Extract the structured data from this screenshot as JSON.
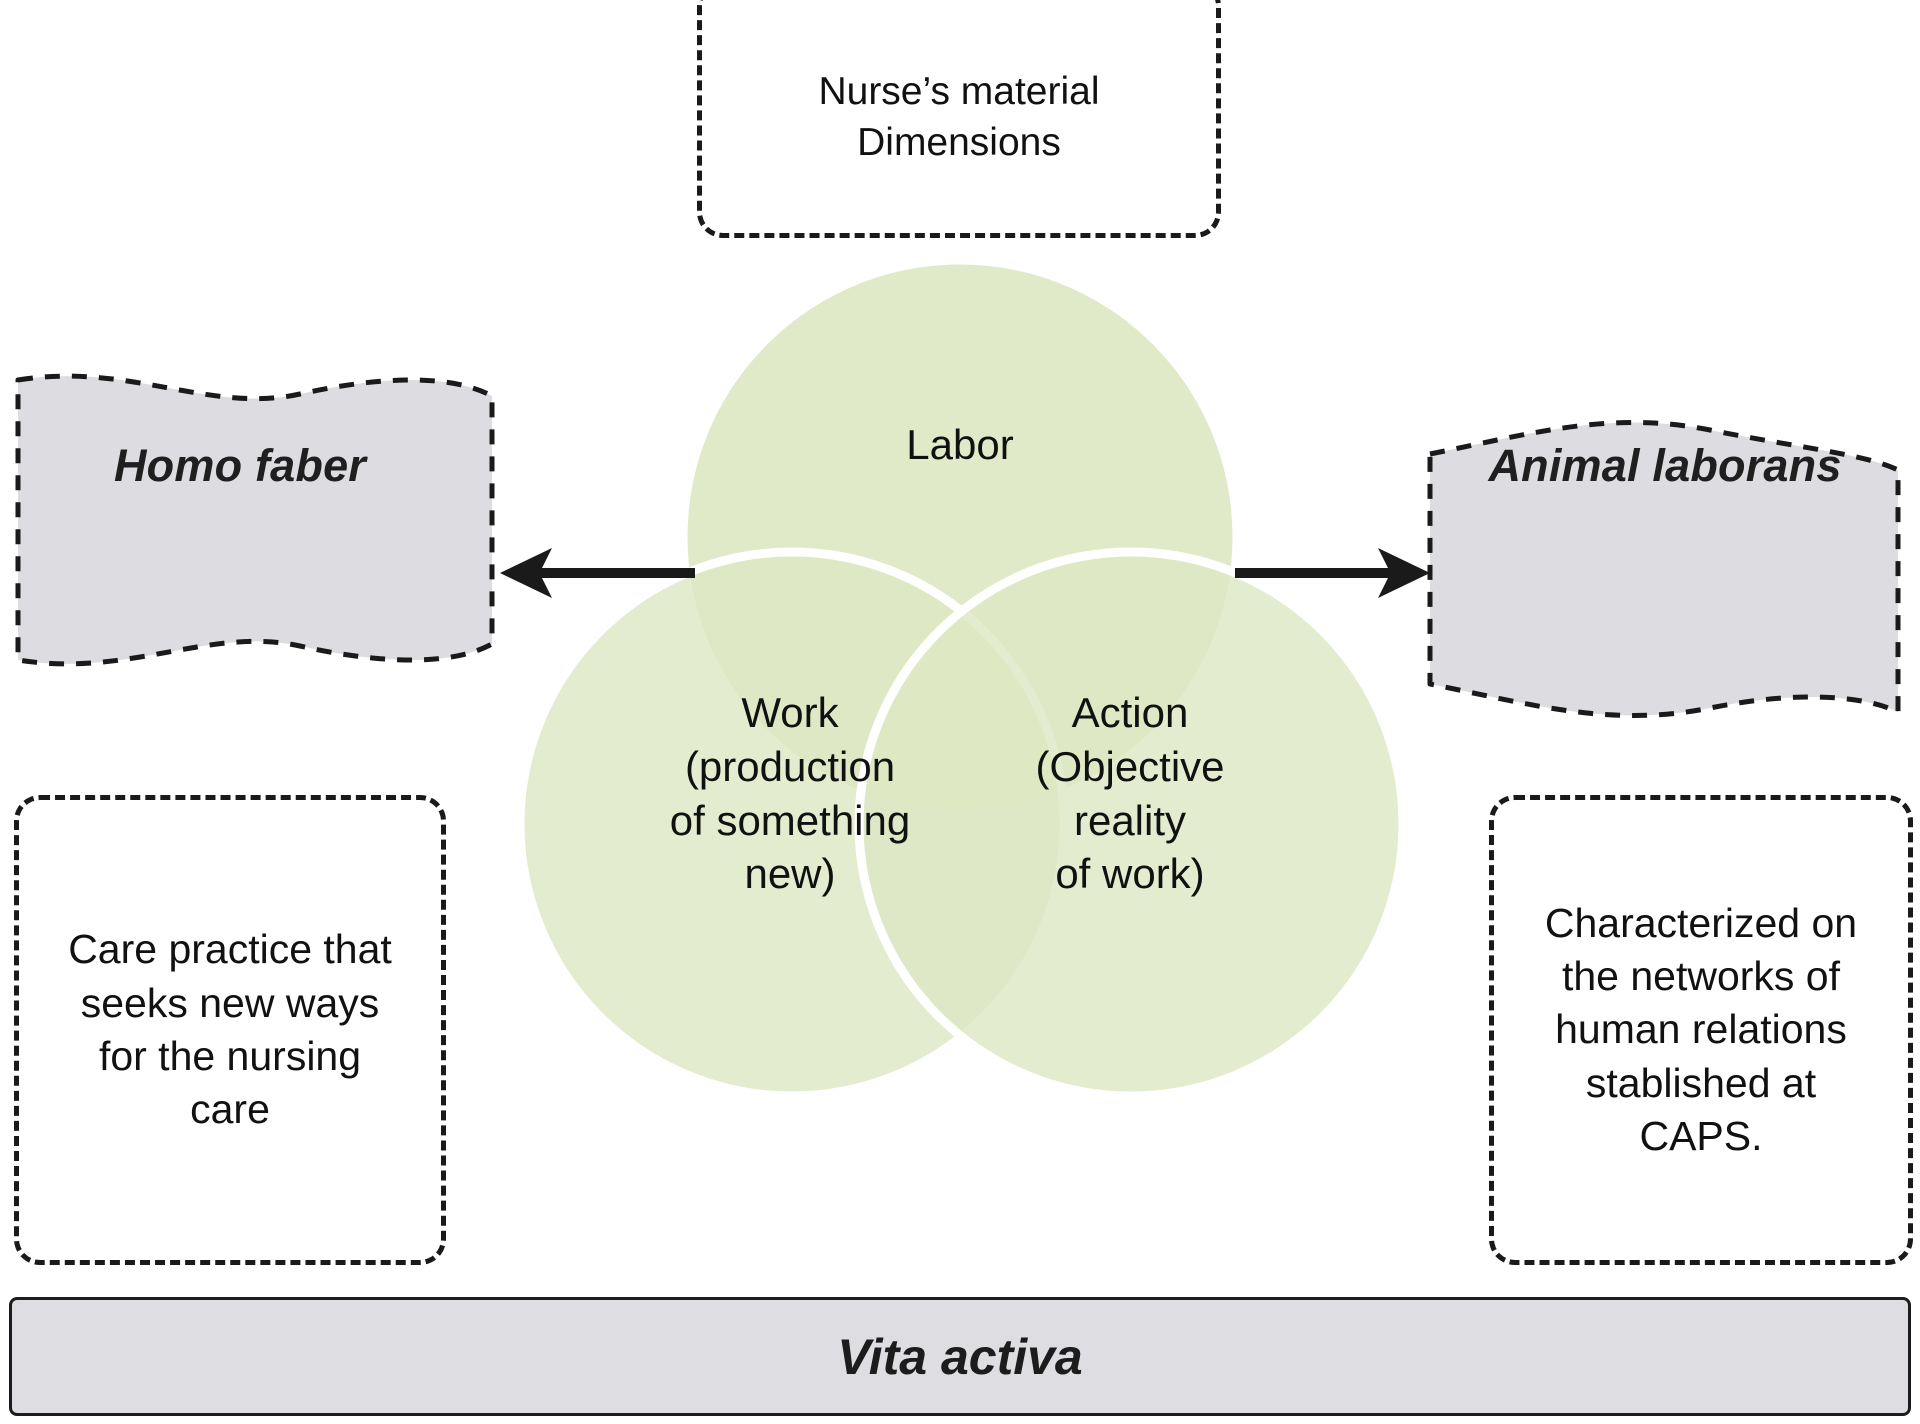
{
  "diagram": {
    "title_bar": {
      "label": "Vita activa"
    },
    "top_note": {
      "text": "Nurse’s material\nDimensions"
    },
    "venn": {
      "circles": [
        {
          "id": "labor",
          "label": "Labor"
        },
        {
          "id": "work",
          "label": "Work\n(production\nof something\nnew)"
        },
        {
          "id": "action",
          "label": "Action\n(Objective\nreality\nof work)"
        }
      ],
      "fill_color": "#dde7c3",
      "stroke_color": "#ffffff"
    },
    "ribbons": [
      {
        "id": "homo-faber",
        "label": "Homo faber",
        "fill_color": "#dddde1"
      },
      {
        "id": "animal-laborans",
        "label": "Animal laborans",
        "fill_color": "#dddde1"
      }
    ],
    "notes": [
      {
        "id": "care-practice",
        "text": "Care practice that\nseeks new ways\nfor the nursing\ncare"
      },
      {
        "id": "caps-networks",
        "text": "Characterized on\nthe networks of\nhuman relations\nstablished at\nCAPS."
      }
    ],
    "arrows": [
      {
        "id": "arrow-left",
        "direction": "left"
      },
      {
        "id": "arrow-right",
        "direction": "right"
      }
    ]
  }
}
